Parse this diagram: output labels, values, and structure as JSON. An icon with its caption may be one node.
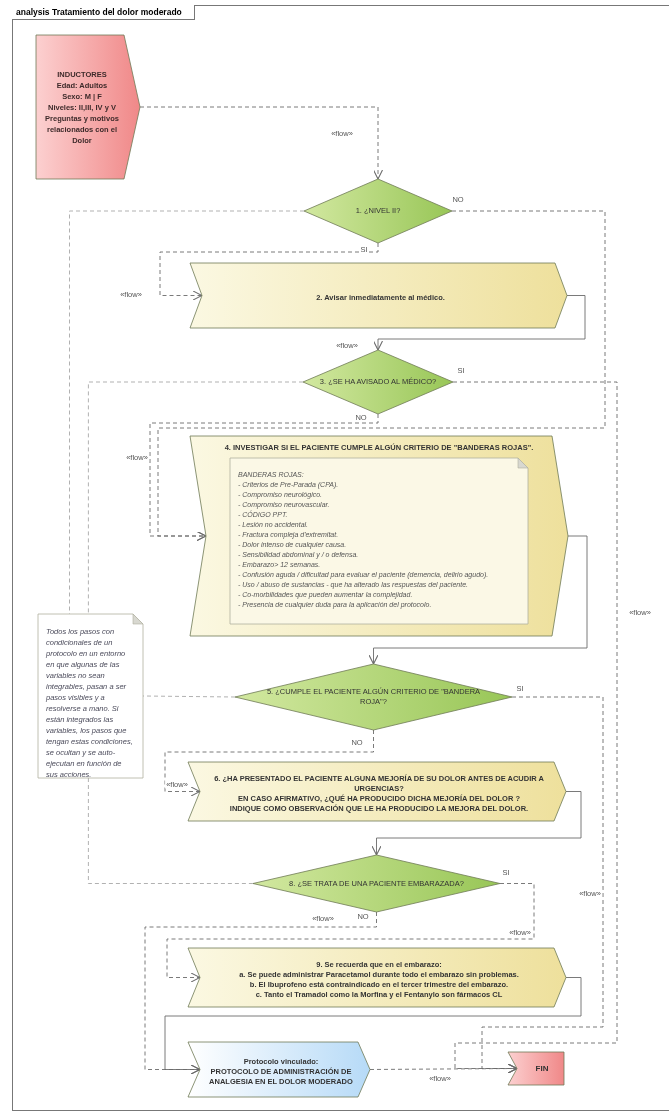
{
  "diagram": {
    "title": "analysis Tratamiento del dolor moderado",
    "nodes": [
      {
        "text": [
          "INDUCTORES",
          "Edad: Adultos",
          "Sexo: M | F",
          "Niveles: II,III, IV y V",
          "Preguntas y motivos relacionados con el Dolor"
        ]
      },
      {
        "text": [
          "1. ¿NIVEL II?"
        ]
      },
      {
        "text": [
          "2. Avisar inmediatamente al médico."
        ]
      },
      {
        "text": [
          "3. ¿SE HA AVISADO AL MÉDICO?"
        ]
      },
      {
        "text": [
          "4. INVESTIGAR SI EL PACIENTE CUMPLE ALGÚN CRITERIO DE \"BANDERAS ROJAS\"."
        ]
      },
      {
        "text": [
          "BANDERAS ROJAS:",
          "- Criterios de Pre-Parada (CPA).",
          "- Compromiso neurológico.",
          "- Compromiso neurovascular.",
          "- CÓDIGO PPT.",
          "- Lesión no accidental.",
          "- Fractura compleja d'extremitat.",
          "- Dolor intenso de cualquier causa.",
          "- Sensibilidad abdominal y / o defensa.",
          "- Embarazo> 12 semanas.",
          "- Confusión aguda / dificultad para evaluar el paciente (demencia, delirio agudo).",
          "- Uso / abuso de sustancias - que ha alterado las respuestas del paciente.",
          "- Co-morbilidades que pueden aumentar la complejidad.",
          "- Presencia de cualquier duda para la aplicación del protocolo."
        ],
        "in": 4
      },
      {
        "text": [
          "Todos los pasos con condicionales de un protocolo en un entorno en que algunas de las variables no sean integrables, pasan a ser pasos visibles y a resolverse a mano. Si están integrados las variables, los pasos que tengan estas condiciones, se ocultan y se auto-ejecutan en función de sus acciones."
        ]
      },
      {
        "text": [
          "5. ¿CUMPLE EL PACIENTE ALGÚN CRITERIO DE \"BANDERA ROJA\"?"
        ]
      },
      {
        "text": [
          "6. ¿HA PRESENTADO EL PACIENTE ALGUNA MEJORÍA DE SU DOLOR ANTES DE ACUDIR A URGENCIAS?",
          "EN CASO AFIRMATIVO, ¿QUÉ HA PRODUCIDO DICHA MEJORÍA DEL DOLOR ?",
          "INDIQUE COMO OBSERVACIÓN QUE LE HA PRODUCIDO LA MEJORA DEL DOLOR."
        ]
      },
      {
        "text": [
          "8. ¿SE TRATA DE UNA PACIENTE EMBARAZADA?"
        ]
      },
      {
        "text": [
          "9. Se recuerda que en el embarazo:",
          "a. Se puede administrar Paracetamol durante todo el embarazo sin problemas.",
          "b. El Ibuprofeno está contraindicado en el tercer trimestre del embarazo.",
          "c. Tanto el Tramadol como la Morfina y el Fentanylo son fármacos CL"
        ]
      },
      {
        "text": [
          "Protocolo vinculado:",
          "PROTOCOLO DE ADMINISTRACIÓN DE ANALGESIA EN EL DOLOR MODERADO"
        ]
      },
      {
        "text": [
          "FIN"
        ]
      }
    ],
    "edges": [
      {
        "from": 0,
        "to": 1,
        "arrow": "to",
        "style": "dashed",
        "label": "«flow»"
      },
      {
        "from": 1,
        "to": 2,
        "arrow": "to",
        "style": "dashed",
        "label": "SI"
      },
      {
        "from": 1,
        "to": 4,
        "arrow": "to",
        "style": "dashed",
        "label": "NO"
      },
      {
        "from": 2,
        "to": 3,
        "arrow": "to",
        "label": "«flow»"
      },
      {
        "from": 3,
        "to": 12,
        "arrow": "to",
        "style": "dashed",
        "label": "SI"
      },
      {
        "from": 3,
        "to": 4,
        "arrow": "to",
        "style": "dashed",
        "label": "NO"
      },
      {
        "from": 1,
        "to": 6,
        "arrow": "none",
        "style": "dashed",
        "color": "#a8a8a8"
      },
      {
        "from": 3,
        "to": 6,
        "arrow": "none",
        "style": "dashed",
        "color": "#a8a8a8"
      },
      {
        "from": 4,
        "to": 7,
        "arrow": "to"
      },
      {
        "from": 7,
        "to": 12,
        "arrow": "to",
        "style": "dashed",
        "label": "SI"
      },
      {
        "from": 7,
        "to": 8,
        "arrow": "to",
        "style": "dashed",
        "label": "NO"
      },
      {
        "from": 7,
        "to": 6,
        "arrow": "none",
        "style": "dashed",
        "color": "#a8a8a8"
      },
      {
        "from": 8,
        "to": 9,
        "arrow": "to"
      },
      {
        "from": 6,
        "to": 9,
        "arrow": "none",
        "style": "dashed",
        "color": "#a8a8a8"
      },
      {
        "from": 9,
        "to": 10,
        "arrow": "to",
        "style": "dashed",
        "label": "SI"
      },
      {
        "from": 9,
        "to": 11,
        "arrow": "to",
        "style": "dashed",
        "label": "NO"
      },
      {
        "from": 10,
        "to": 11,
        "arrow": "to"
      },
      {
        "from": 11,
        "to": 12,
        "arrow": "to",
        "style": "dashed",
        "label": "«flow»"
      }
    ],
    "labels": [
      "«flow»",
      "«flow»",
      "«flow»",
      "«flow»",
      "«flow»",
      "«flow»",
      "«flow»"
    ]
  }
}
